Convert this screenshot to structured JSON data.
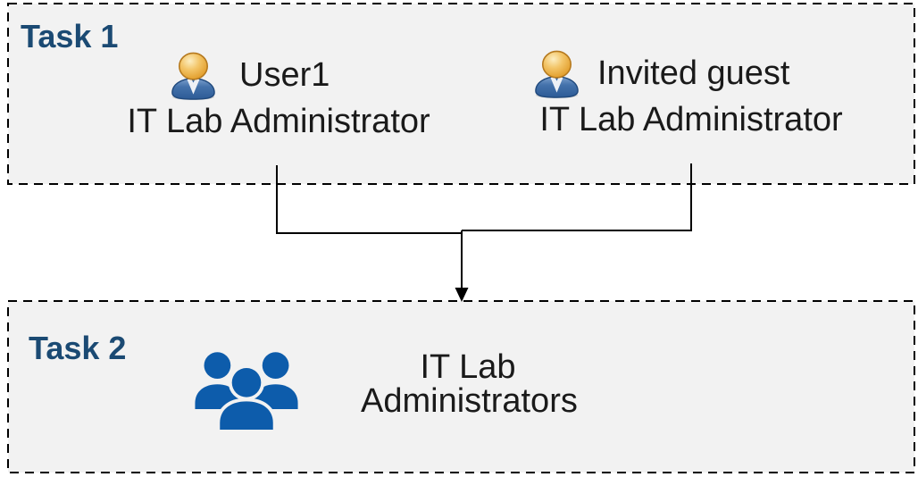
{
  "colors": {
    "canvas_bg": "#ffffff",
    "box_fill": "#f2f2f2",
    "box_border": "#000000",
    "task_label_navy": "#1b4a73",
    "body_text": "#1a1a1a",
    "group_icon_blue": "#0d5cab",
    "connector_line": "#000000",
    "person_head_orange": "#e8a93c",
    "person_body_blue": "#3b6ba6"
  },
  "task1": {
    "label": "Task 1",
    "people": [
      {
        "icon": "person-icon",
        "name": "User1",
        "role": "IT Lab Administrator"
      },
      {
        "icon": "person-icon",
        "name": "Invited guest",
        "role": "IT Lab Administrator"
      }
    ]
  },
  "task2": {
    "label": "Task 2",
    "group": {
      "icon": "people-group-icon",
      "name_line1": "IT Lab",
      "name_line2": "Administrators"
    }
  }
}
